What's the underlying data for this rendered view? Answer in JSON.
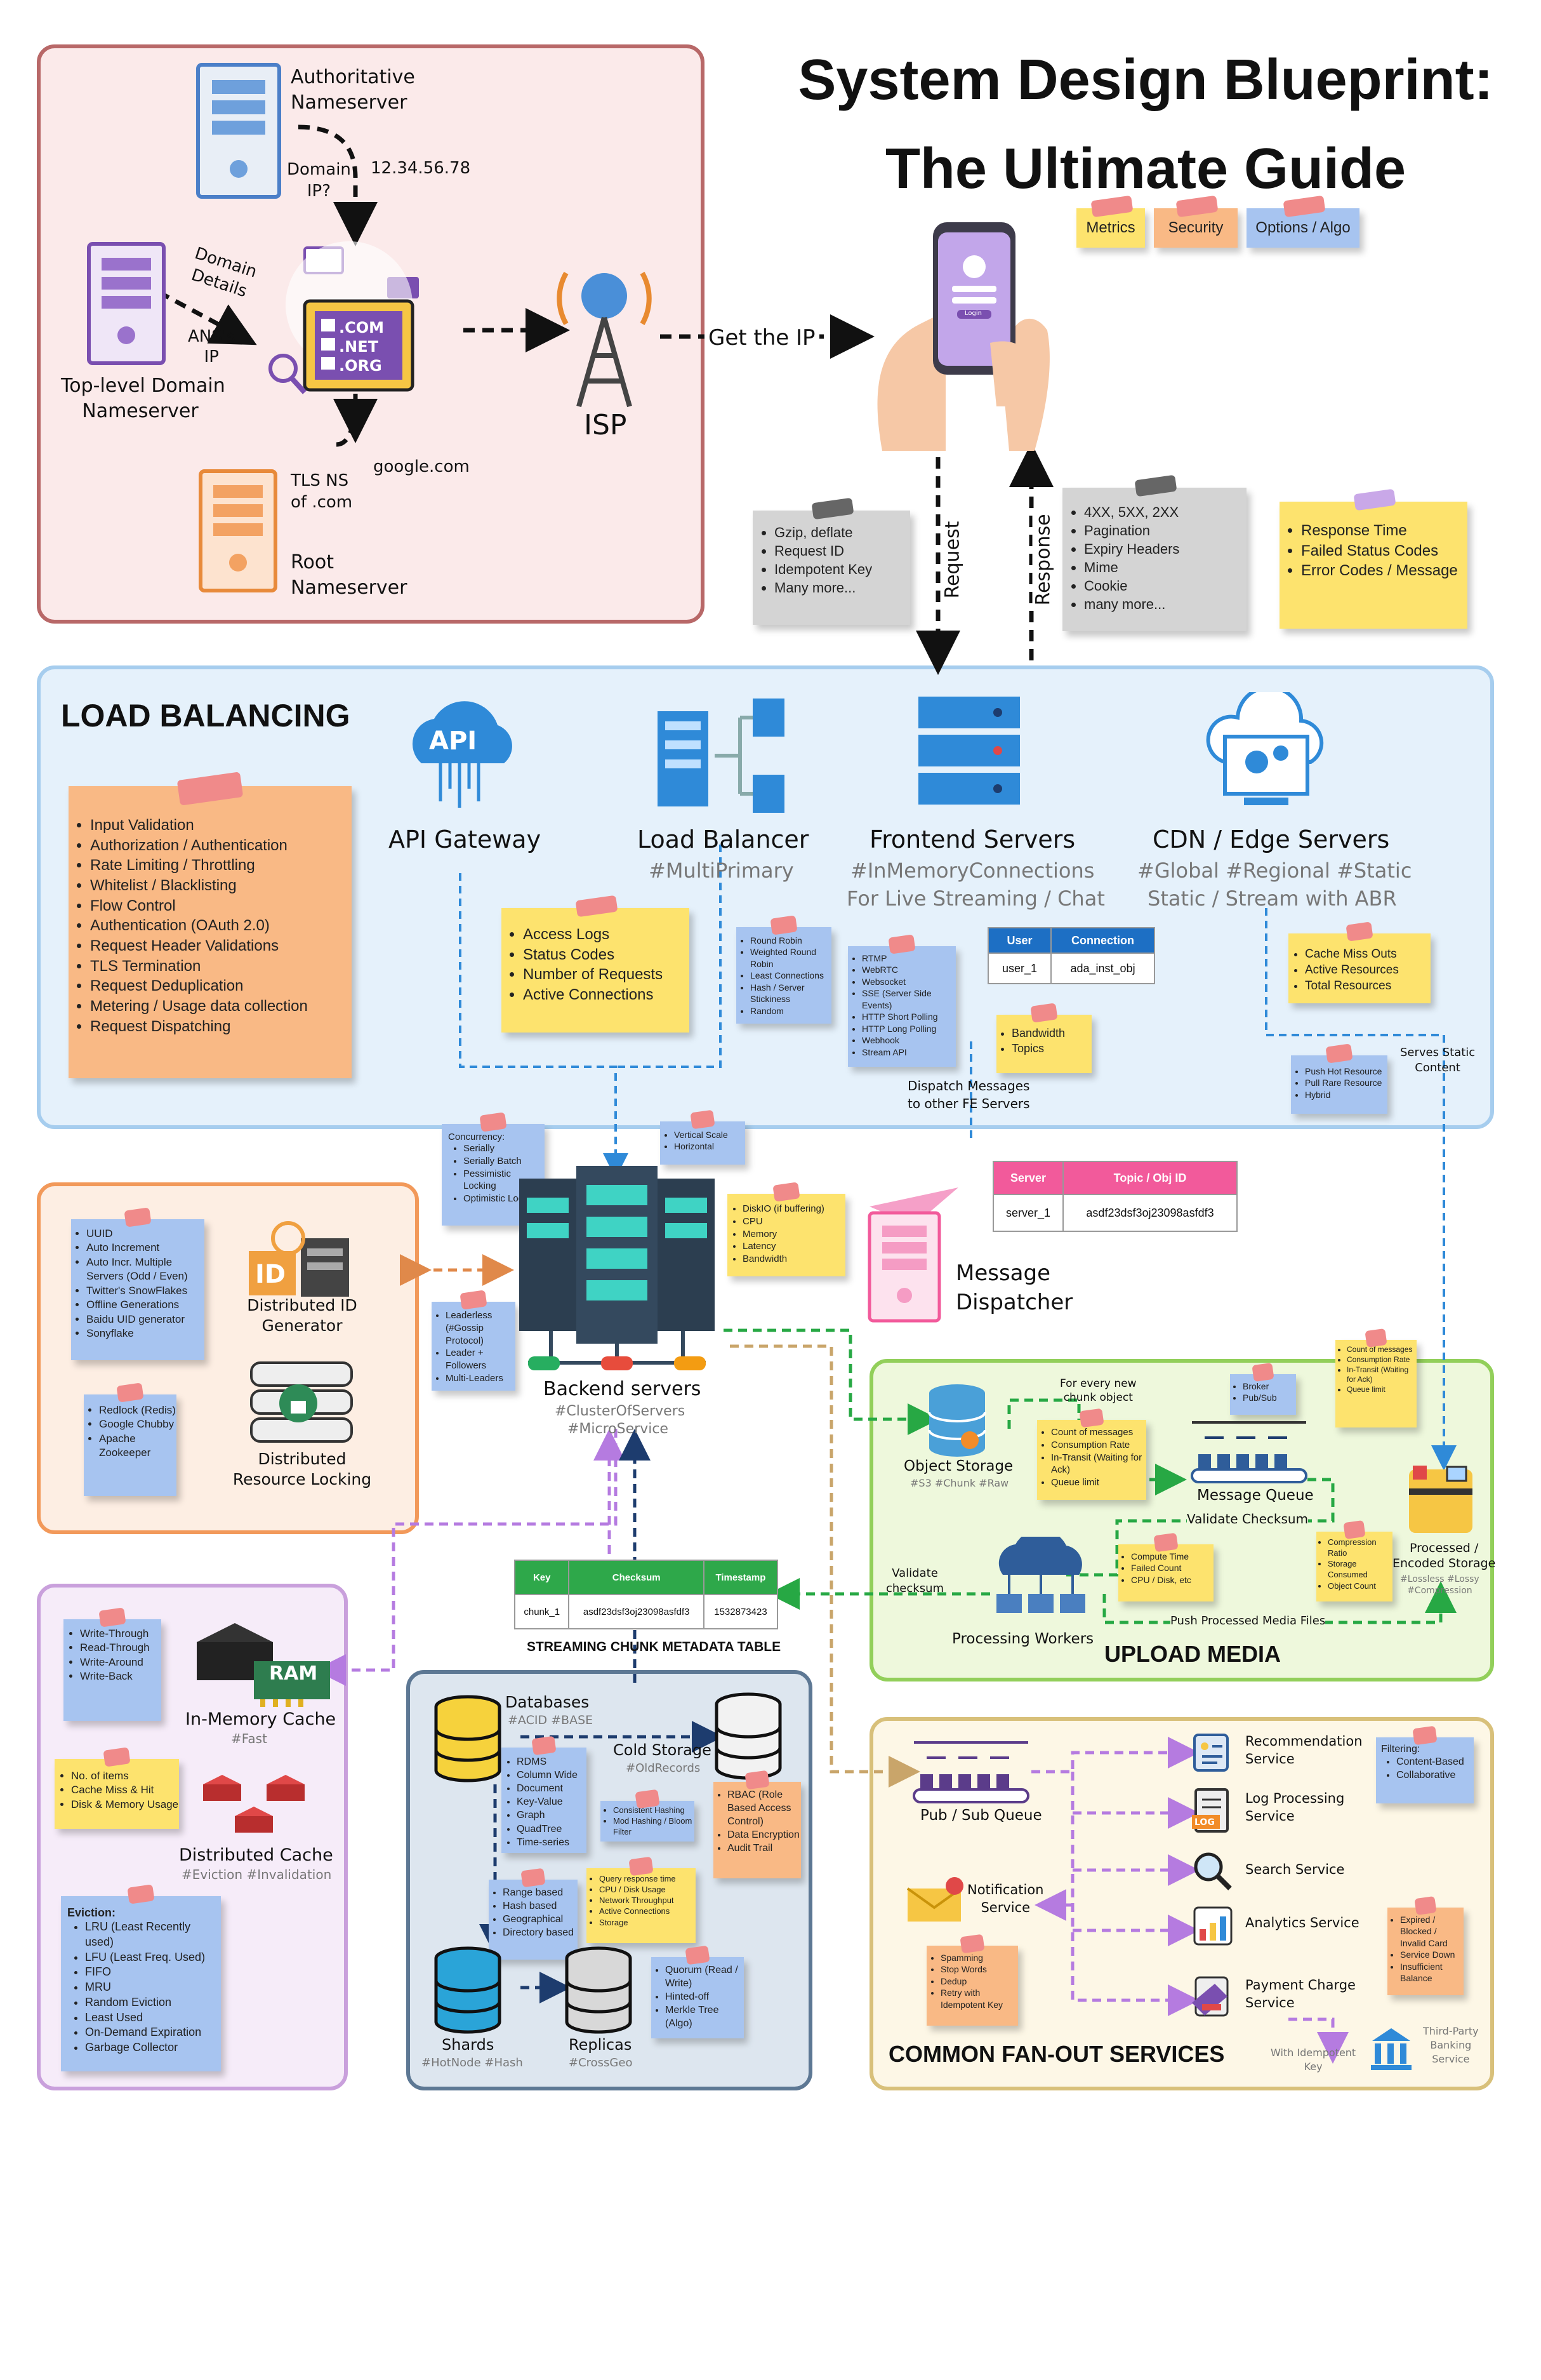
{
  "title": {
    "line1": "System Design Blueprint:",
    "line2": "The Ultimate Guide"
  },
  "legend": {
    "metrics": "Metrics",
    "security": "Security",
    "options": "Options / Algo"
  },
  "dns": {
    "authoritative": "Authoritative\nNameserver",
    "domain_ip_q": "Domain\nIP?",
    "ip": "12.34.56.78",
    "domain_details": "Domain\nDetails",
    "ans_ip": "ANS's\nIP",
    "tld": "Top-level Domain\nNameserver",
    "tls_ns": "TLS NS\nof .com",
    "google": "google.com",
    "root": "Root\nNameserver",
    "isp": "ISP",
    "get_ip": "Get the IP",
    "com": ".COM",
    ".net": "",
    "net": ".NET",
    "org": ".ORG"
  },
  "client": {
    "request": "Request",
    "response": "Response",
    "login": "Login",
    "req_note": [
      "Gzip, deflate",
      "Request ID",
      "Idempotent Key",
      "Many more..."
    ],
    "resp_note": [
      "4XX, 5XX, 2XX",
      "Pagination",
      "Expiry Headers",
      "Mime",
      "Cookie",
      "many more..."
    ],
    "metrics_note": [
      "Response Time",
      "Failed Status Codes",
      "Error Codes / Message"
    ]
  },
  "lb": {
    "title": "LOAD BALANCING",
    "security_note": [
      "Input Validation",
      "Authorization / Authentication",
      "Rate Limiting / Throttling",
      "Whitelist / Blacklisting",
      "Flow Control",
      "Authentication (OAuth 2.0)",
      "Request Header Validations",
      "TLS Termination",
      "Request Deduplication",
      "Metering / Usage data collection",
      "Request Dispatching"
    ],
    "api_icon": "API",
    "api": "API Gateway",
    "lb": "Load Balancer",
    "lb_tag": "#MultiPrimary",
    "fe": "Frontend Servers",
    "fe_tag1": "#InMemoryConnections",
    "fe_tag2": "For Live Streaming / Chat",
    "cdn": "CDN / Edge Servers",
    "cdn_tag1": "#Global #Regional #Static",
    "cdn_tag2": "Static / Stream with ABR",
    "access_note": [
      "Access Logs",
      "Status Codes",
      "Number of Requests",
      "Active Connections"
    ],
    "lb_algo": [
      "Round Robin",
      "Weighted Round Robin",
      "Least Connections",
      "Hash / Server Stickiness",
      "Random"
    ],
    "fe_proto": [
      "RTMP",
      "WebRTC",
      "Websocket",
      "SSE (Server Side Events)",
      "HTTP Short Polling",
      "HTTP Long Polling",
      "Webhook",
      "Stream API"
    ],
    "conn_table": {
      "h1": "User",
      "h2": "Connection",
      "c1": "user_1",
      "c2": "ada_inst_obj"
    },
    "bw_note": [
      "Bandwidth",
      "Topics"
    ],
    "cdn_metrics": [
      "Cache Miss Outs",
      "Active Resources",
      "Total Resources"
    ],
    "cdn_push": [
      "Push Hot Resource",
      "Pull Rare Resource",
      "Hybrid"
    ],
    "serves_static": "Serves Static\nContent",
    "dispatch": "Dispatch Messages\nto other FE Servers"
  },
  "backend": {
    "concurrency": [
      "Serially",
      "Serially Batch",
      "Pessimistic Locking",
      "Optimistic Locking"
    ],
    "concurrency_title": "Concurrency:",
    "scale": [
      "Vertical Scale",
      "Horizontal"
    ],
    "metrics": [
      "DiskIO (if buffering)",
      "CPU",
      "Memory",
      "Latency",
      "Bandwidth"
    ],
    "leader": [
      "Leaderless (#Gossip Protocol)",
      "Leader + Followers",
      "Multi-Leaders"
    ],
    "label": "Backend servers",
    "tag1": "#ClusterOfServers",
    "tag2": "#MicroService",
    "server_table": {
      "h1": "Server",
      "h2": "Topic / Obj ID",
      "c1": "server_1",
      "c2": "asdf23dsf3oj23098asfdf3"
    },
    "dispatcher": "Message\nDispatcher"
  },
  "idgen": {
    "ids": [
      "UUID",
      "Auto Increment",
      "Auto Incr. Multiple Servers (Odd / Even)",
      "Twitter's SnowFlakes",
      "Offline Generations",
      "Baidu UID generator",
      "Sonyflake"
    ],
    "id_label": "Distributed ID\nGenerator",
    "id_icon": "ID",
    "locks": [
      "Redlock (Redis)",
      "Google Chubby",
      "Apache Zookeeper"
    ],
    "lock_label": "Distributed\nResource Locking"
  },
  "cache": {
    "write": [
      "Write-Through",
      "Read-Through",
      "Write-Around",
      "Write-Back"
    ],
    "ram": "RAM",
    "inmem": "In-Memory Cache",
    "inmem_tag": "#Fast",
    "metrics": [
      "No. of items",
      "Cache Miss & Hit",
      "Disk & Memory Usage"
    ],
    "dist": "Distributed Cache",
    "dist_tag": "#Eviction #Invalidation",
    "evict_title": "Eviction:",
    "evict": [
      "LRU (Least Recently used)",
      "LFU (Least Freq. Used)",
      "FIFO",
      "MRU",
      "Random Eviction",
      "Least Used",
      "On-Demand Expiration",
      "Garbage Collector"
    ]
  },
  "chunk_table": {
    "h1": "Key",
    "h2": "Checksum",
    "h3": "Timestamp",
    "c1": "chunk_1",
    "c2": "asdf23dsf3oj23098asfdf3",
    "c3": "1532873423",
    "caption": "STREAMING CHUNK METADATA TABLE"
  },
  "db": {
    "label": "Databases",
    "tag": "#ACID #BASE",
    "types": [
      "RDMS",
      "Column Wide",
      "Document",
      "Key-Value",
      "Graph",
      "QuadTree",
      "Time-series"
    ],
    "cold": "Cold Storage",
    "cold_tag": "#OldRecords",
    "hashing": [
      "Consistent Hashing",
      "Mod Hashing / Bloom Filter"
    ],
    "rbac": [
      "RBAC (Role Based Access Control)",
      "Data Encryption",
      "Audit Trail"
    ],
    "shard_types": [
      "Range based",
      "Hash based",
      "Geographical",
      "Directory based"
    ],
    "metrics": [
      "Query response time",
      "CPU / Disk Usage",
      "Network Throughput",
      "Active Connections",
      "Storage"
    ],
    "quorum": [
      "Quorum (Read / Write)",
      "Hinted-off",
      "Merkle Tree (Algo)"
    ],
    "shards": "Shards",
    "shards_tag": "#HotNode #Hash",
    "replicas": "Replicas",
    "replicas_tag": "#CrossGeo"
  },
  "upload": {
    "title": "UPLOAD MEDIA",
    "chunk_obj": "For every new\nchunk object",
    "broker": [
      "Broker",
      "Pub/Sub"
    ],
    "queue_metrics": [
      "Count of messages",
      "Consumption Rate",
      "In-Transit (Waiting for Ack)",
      "Queue limit"
    ],
    "queue_metrics2": [
      "Count of messages",
      "Consumption Rate",
      "In-Transit (Waiting for Ack)",
      "Queue limit"
    ],
    "object_storage": "Object Storage",
    "object_tag": "#S3 #Chunk #Raw",
    "mq": "Message Queue",
    "validate": "Validate Checksum",
    "validate_chk": "Validate\nchecksum",
    "workers": "Processing Workers",
    "worker_metrics": [
      "Compute Time",
      "Failed Count",
      "CPU / Disk, etc"
    ],
    "compress": [
      "Compression Ratio",
      "Storage Consumed",
      "Object Count"
    ],
    "processed": "Processed /\nEncoded Storage",
    "processed_tag": "#Lossless #Lossy\n#Compression",
    "push": "Push Processed Media Files"
  },
  "fanout": {
    "title": "COMMON FAN-OUT SERVICES",
    "pubsub": "Pub / Sub Queue",
    "reco": "Recommendation\nService",
    "filter_title": "Filtering:",
    "filter": [
      "Content-Based",
      "Collaborative"
    ],
    "log": "Log Processing\nService",
    "search": "Search Service",
    "analytics": "Analytics Service",
    "payment": "Payment Charge\nService",
    "notif": "Notification\nService",
    "notif_note": [
      "Spamming",
      "Stop Words",
      "Dedup",
      "Retry with Idempotent Key"
    ],
    "pay_note": [
      "Expired / Blocked / Invalid Card",
      "Service Down",
      "Insufficient Balance"
    ],
    "idem": "With Idempotent\nKey",
    "third": "Third-Party\nBanking\nService",
    "log_icon": "LOG"
  },
  "colors": {
    "pink_bg": "#fbeaea",
    "pink_border": "#b86868",
    "blue_bg": "#e5f1fb",
    "blue_border": "#a6cdee",
    "orange_bg": "#fdeee3",
    "orange_border": "#f2995a",
    "purple_bg": "#f6ecf9",
    "purple_border": "#c9a0dc",
    "slate_bg": "#dde6ef",
    "slate_border": "#5d7894",
    "green_bg": "#eef8dc",
    "green_border": "#92cf5a",
    "gold_bg": "#fdf7e6",
    "gold_border": "#d8c07a"
  }
}
